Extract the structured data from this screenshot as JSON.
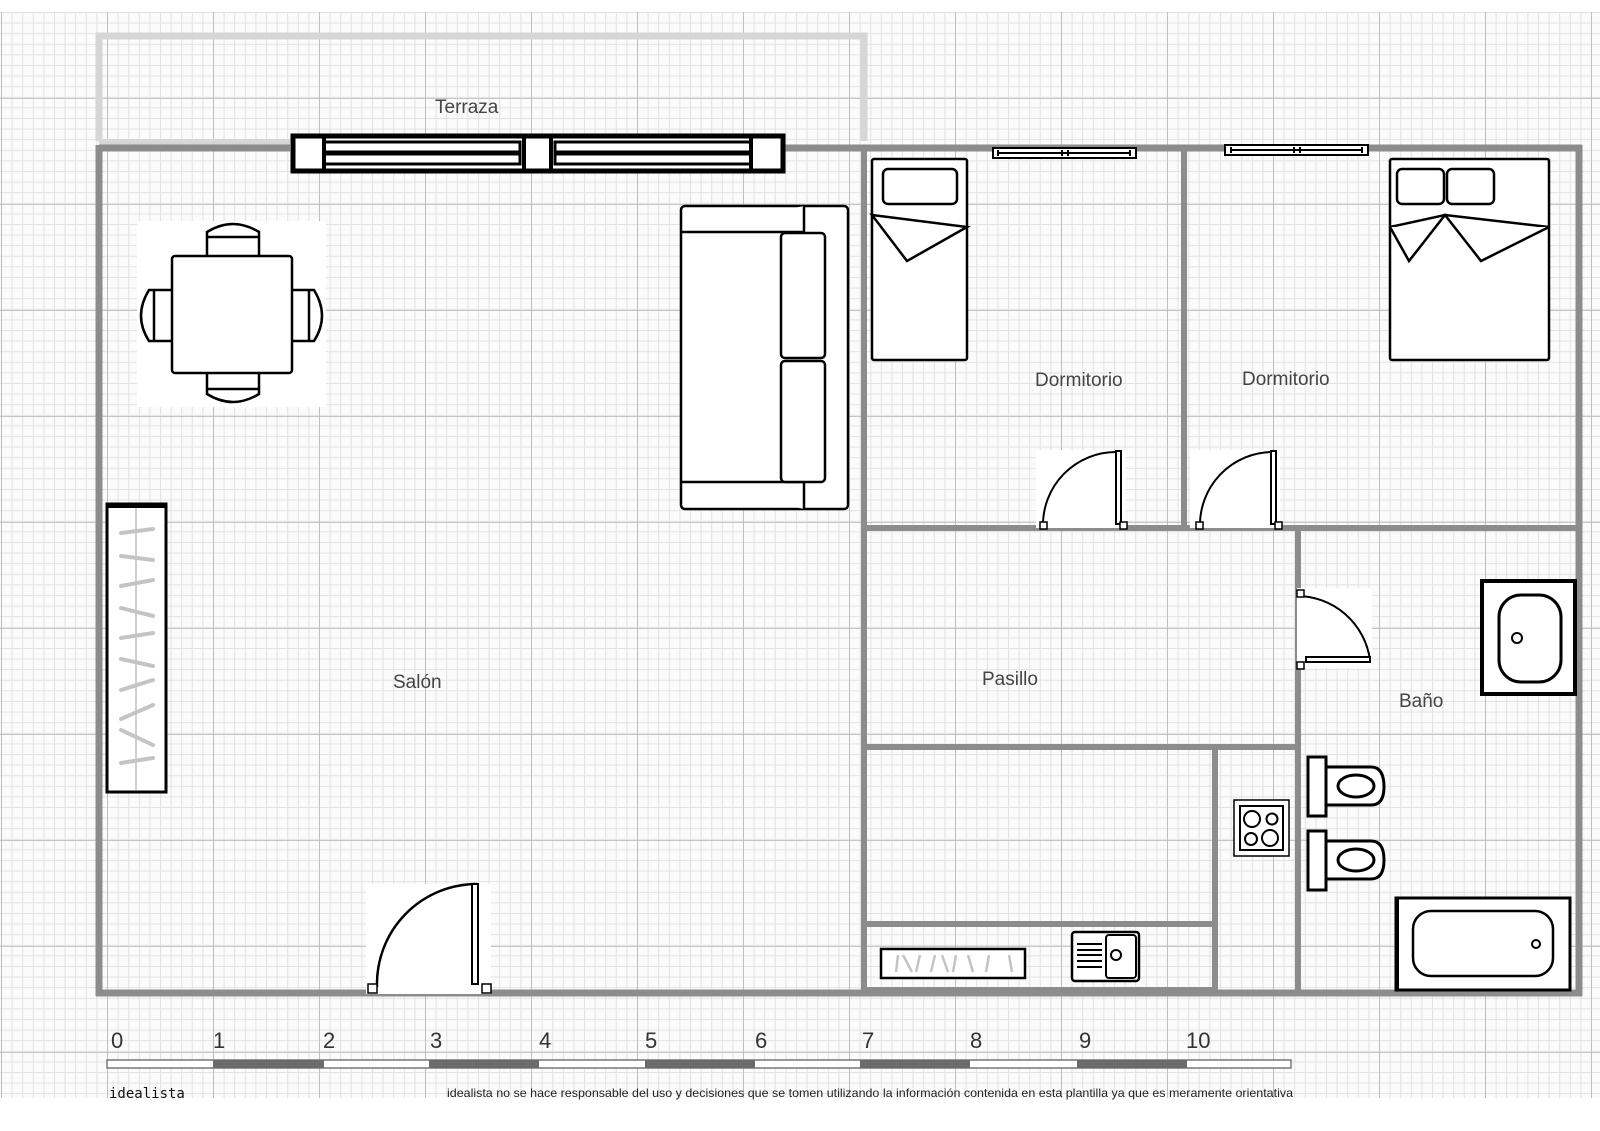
{
  "floorplan": {
    "title": "Floor plan template",
    "colors": {
      "grid_minor": "#e4e4e4",
      "grid_major": "#b3b3b3",
      "wall": "#8c8c8c",
      "terrace_wall": "#d6d6d6",
      "furniture_stroke": "#111111",
      "label": "#444444"
    },
    "rooms": [
      {
        "id": "terraza",
        "label": "Terraza"
      },
      {
        "id": "salon",
        "label": "Salón"
      },
      {
        "id": "dormitorio-1",
        "label": "Dormitorio"
      },
      {
        "id": "dormitorio-2",
        "label": "Dormitorio"
      },
      {
        "id": "pasillo",
        "label": "Pasillo"
      },
      {
        "id": "bano",
        "label": "Baño"
      }
    ],
    "furniture": [
      "dining-table-with-4-chairs",
      "sofa",
      "wardrobe-salon",
      "single-bed",
      "double-bed",
      "washbasin",
      "toilet",
      "bidet",
      "bathtub",
      "kitchen-sink",
      "kitchen-counter",
      "cooktop"
    ]
  },
  "scale": {
    "unit": "m",
    "ticks": [
      "0",
      "1",
      "2",
      "3",
      "4",
      "5",
      "6",
      "7",
      "8",
      "9",
      "10"
    ]
  },
  "footer": {
    "brand": "idealista",
    "disclaimer": "idealista no se hace responsable del uso y decisiones que se tomen utilizando la información contenida en esta plantilla ya que es meramente orientativa"
  }
}
